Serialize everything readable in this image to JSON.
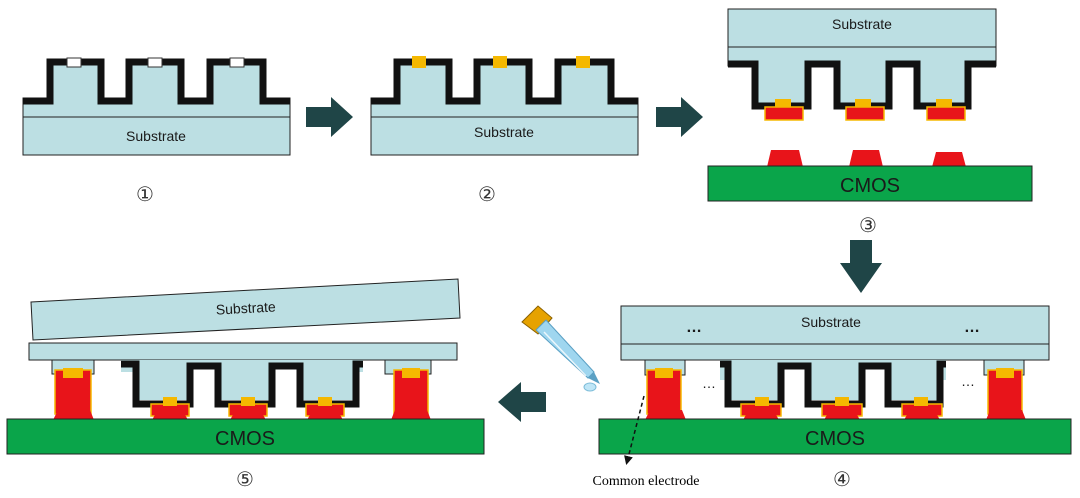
{
  "labels": {
    "substrate": "Substrate",
    "cmos": "CMOS",
    "common_electrode": "Common electrode",
    "ellipsis": "…",
    "steps": [
      "①",
      "②",
      "③",
      "④",
      "⑤"
    ]
  },
  "colors": {
    "substrate": "#bcdfe3",
    "cmos": "#0aa54a",
    "bump": "#e8141a",
    "pad": "#f5b800",
    "electrode": "#111111",
    "arrow": "#1f4547"
  }
}
